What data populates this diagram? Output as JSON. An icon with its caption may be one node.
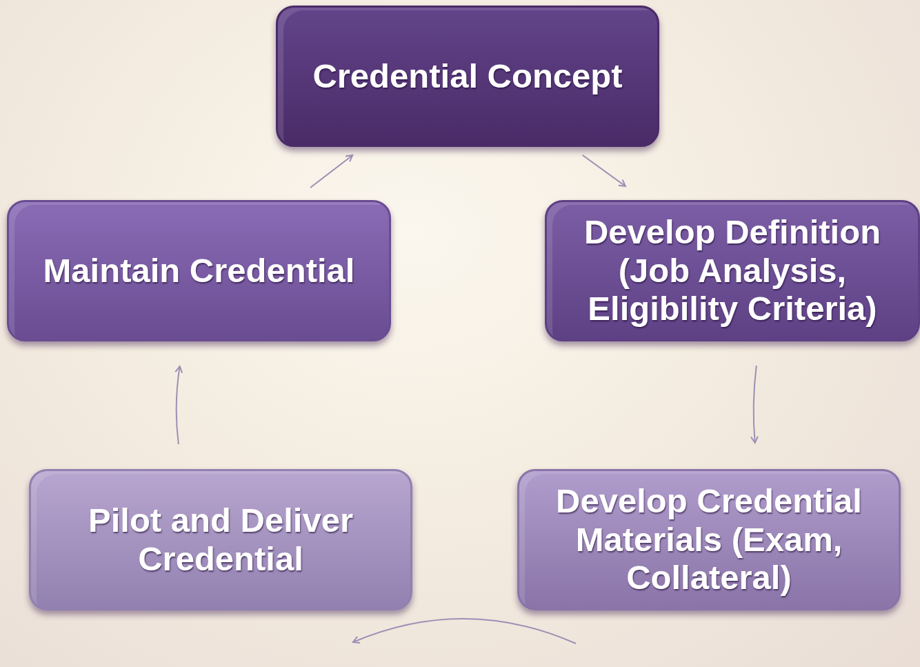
{
  "diagram": {
    "nodes": [
      {
        "text": [
          "Credential Concept"
        ]
      },
      {
        "text": [
          "Develop Definition (Job Analysis, Eligibility Criteria)"
        ]
      },
      {
        "text": [
          "Develop Credential Materials (Exam, Collateral)"
        ]
      },
      {
        "text": [
          "Pilot and Deliver Credential"
        ]
      },
      {
        "text": [
          "Maintain Credential"
        ]
      }
    ],
    "edges": [
      {
        "from": 0,
        "to": 1,
        "arrow": "to"
      },
      {
        "from": 1,
        "to": 2,
        "arrow": "to"
      },
      {
        "from": 2,
        "to": 3,
        "arrow": "to"
      },
      {
        "from": 3,
        "to": 4,
        "arrow": "to"
      },
      {
        "from": 4,
        "to": 0,
        "arrow": "to"
      }
    ]
  }
}
